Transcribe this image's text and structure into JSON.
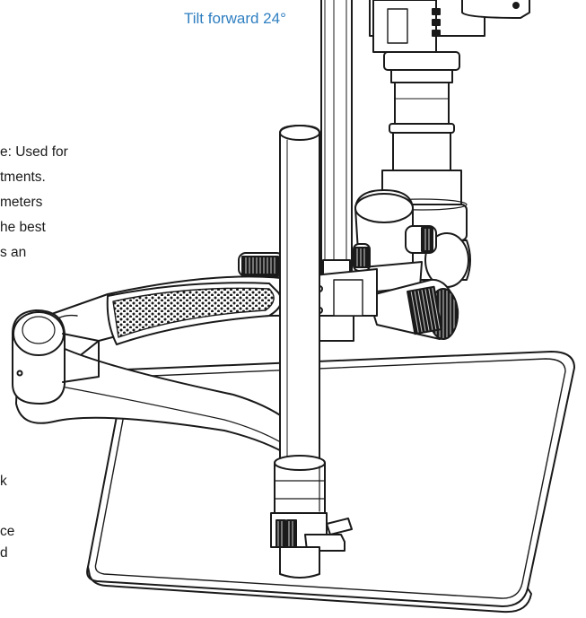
{
  "callout": {
    "text": "Tilt forward 24°",
    "color": "#2f7fc1"
  },
  "left_text_top": [
    "e: Used for",
    "tments.",
    "meters",
    "he best",
    "s an"
  ],
  "left_text_bottom": [
    "k",
    "ce",
    "d"
  ],
  "colors": {
    "line": "#1a1a1a",
    "fill": "#ffffff",
    "knurl": "#1a1a1a",
    "text": "#1a1a1a"
  }
}
